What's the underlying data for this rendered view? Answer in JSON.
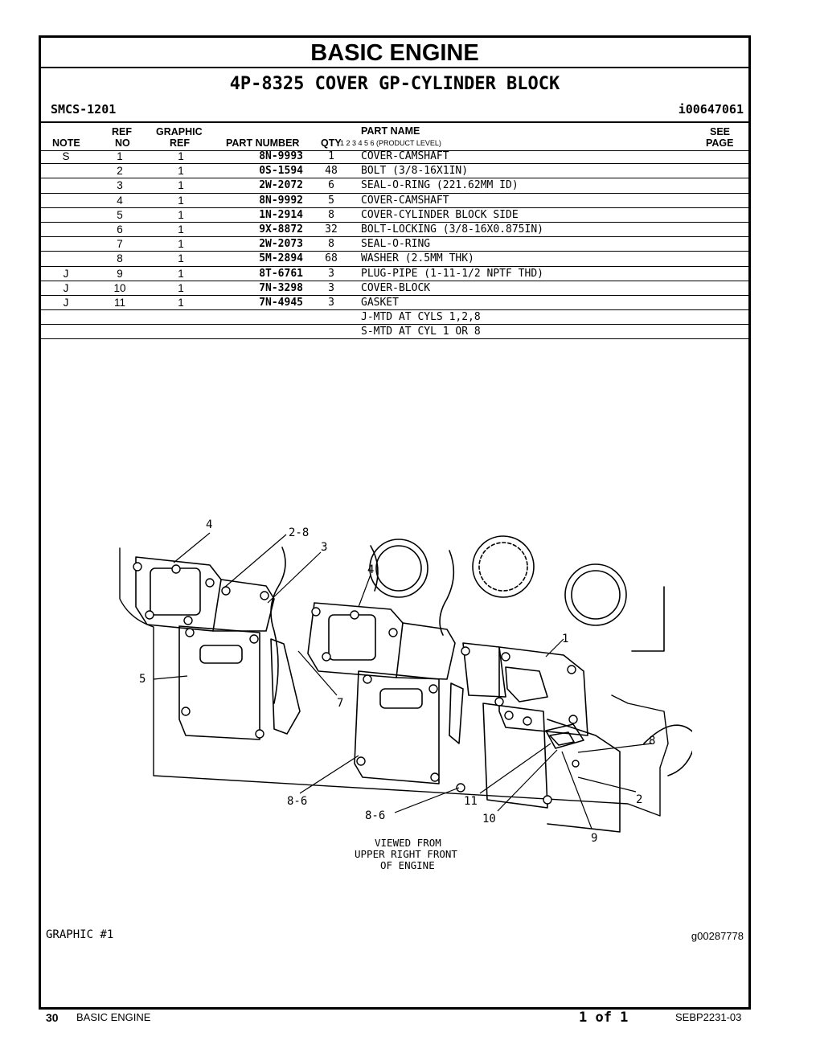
{
  "section_title": "BASIC ENGINE",
  "group_title": "4P-8325 COVER GP-CYLINDER BLOCK",
  "smcs": "SMCS-1201",
  "illustration_id": "i00647061",
  "table_headers": {
    "note": "NOTE",
    "ref_top": "REF",
    "ref_bottom": "NO",
    "graphic_top": "GRAPHIC",
    "graphic_bottom": "REF",
    "part_number": "PART NUMBER",
    "qty": "QTY",
    "part_name": "PART NAME",
    "product_level": "1    2    3    4    5    6   (PRODUCT LEVEL)",
    "see_top": "SEE",
    "see_bottom": "PAGE"
  },
  "parts": [
    {
      "note": "S",
      "ref": "1",
      "gref": "1",
      "pn": "8N-9993",
      "qty": "1",
      "name": "COVER-CAMSHAFT"
    },
    {
      "note": "",
      "ref": "2",
      "gref": "1",
      "pn": "0S-1594",
      "qty": "48",
      "name": "BOLT (3/8-16X1IN)"
    },
    {
      "note": "",
      "ref": "3",
      "gref": "1",
      "pn": "2W-2072",
      "qty": "6",
      "name": "SEAL-O-RING (221.62MM ID)"
    },
    {
      "note": "",
      "ref": "4",
      "gref": "1",
      "pn": "8N-9992",
      "qty": "5",
      "name": "COVER-CAMSHAFT"
    },
    {
      "note": "",
      "ref": "5",
      "gref": "1",
      "pn": "1N-2914",
      "qty": "8",
      "name": "COVER-CYLINDER BLOCK SIDE"
    },
    {
      "note": "",
      "ref": "6",
      "gref": "1",
      "pn": "9X-8872",
      "qty": "32",
      "name": "BOLT-LOCKING (3/8-16X0.875IN)"
    },
    {
      "note": "",
      "ref": "7",
      "gref": "1",
      "pn": "2W-2073",
      "qty": "8",
      "name": "SEAL-O-RING"
    },
    {
      "note": "",
      "ref": "8",
      "gref": "1",
      "pn": "5M-2894",
      "qty": "68",
      "name": "WASHER (2.5MM THK)"
    },
    {
      "note": "J",
      "ref": "9",
      "gref": "1",
      "pn": "8T-6761",
      "qty": "3",
      "name": "PLUG-PIPE (1-11-1/2 NPTF THD)"
    },
    {
      "note": "J",
      "ref": "10",
      "gref": "1",
      "pn": "7N-3298",
      "qty": "3",
      "name": "COVER-BLOCK"
    },
    {
      "note": "J",
      "ref": "11",
      "gref": "1",
      "pn": "7N-4945",
      "qty": "3",
      "name": "GASKET"
    },
    {
      "note": "",
      "ref": "",
      "gref": "",
      "pn": "",
      "qty": "",
      "name": "J-MTD AT CYLS 1,2,8"
    },
    {
      "note": "",
      "ref": "",
      "gref": "",
      "pn": "",
      "qty": "",
      "name": "S-MTD AT CYL 1 OR 8"
    }
  ],
  "illustration": {
    "callouts": [
      "4",
      "2-8",
      "3",
      "4",
      "1",
      "5",
      "7",
      "8",
      "2",
      "8-6",
      "8-6",
      "11",
      "10",
      "9"
    ],
    "caption_lines": [
      "VIEWED FROM",
      "UPPER RIGHT FRONT",
      "OF ENGINE"
    ]
  },
  "graphic_label": "GRAPHIC #1",
  "graphic_id": "g00287778",
  "footer": {
    "page_number": "30",
    "section": "BASIC ENGINE",
    "page_of": "1 of 1",
    "doc_id": "SEBP2231-03"
  }
}
